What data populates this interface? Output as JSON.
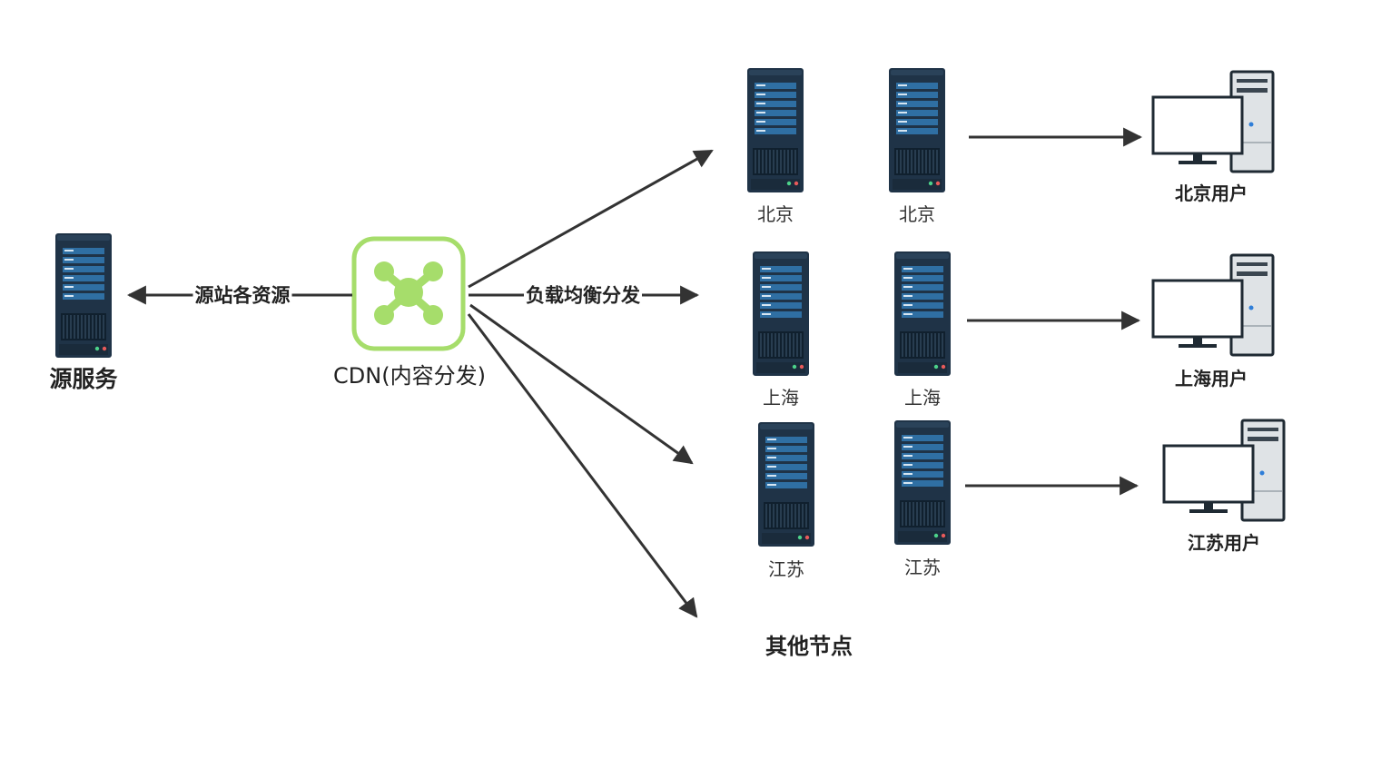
{
  "origin": {
    "label": "源服务"
  },
  "cdn": {
    "label": "CDN(内容分发)"
  },
  "edges": {
    "origin_fetch": "源站各资源",
    "load_balance": "负载均衡分发"
  },
  "nodes": {
    "beijing": {
      "label_a": "北京",
      "label_b": "北京",
      "user_label": "北京用户"
    },
    "shanghai": {
      "label_a": "上海",
      "label_b": "上海",
      "user_label": "上海用户"
    },
    "jiangsu": {
      "label_a": "江苏",
      "label_b": "江苏",
      "user_label": "江苏用户"
    },
    "others": {
      "label": "其他节点"
    }
  },
  "colors": {
    "server_body": "#1f3347",
    "server_bar": "#2f6fa3",
    "cdn_green": "#a6dd6b",
    "arrow": "#333333"
  },
  "icons": {
    "server": "server-icon",
    "cdn": "network-hub-icon",
    "user": "desktop-computer-icon"
  }
}
